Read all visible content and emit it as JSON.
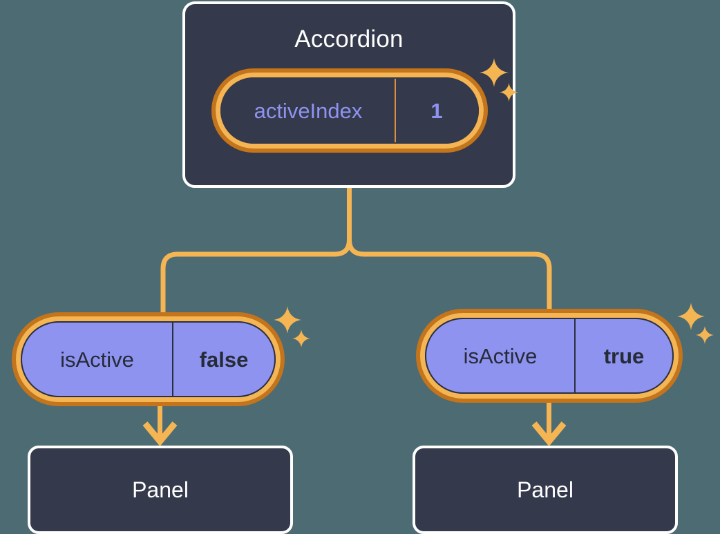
{
  "diagram": {
    "type": "component-state-tree",
    "background_color": "#4d6b73",
    "accent_color": "#f5b553",
    "accent_dark_color": "#c4741a",
    "node_fill_color": "#343a4b",
    "state_value_color": "#8f93f0"
  },
  "root": {
    "name": "accordion-node",
    "title": "Accordion",
    "state": {
      "key": "activeIndex",
      "value": "1",
      "variant": "dark",
      "highlighted": true
    }
  },
  "children": [
    {
      "name": "panel-left",
      "state": {
        "key": "isActive",
        "value": "false",
        "variant": "purple",
        "highlighted": true
      },
      "component": {
        "title": "Panel"
      }
    },
    {
      "name": "panel-right",
      "state": {
        "key": "isActive",
        "value": "true",
        "variant": "purple",
        "highlighted": true
      },
      "component": {
        "title": "Panel"
      }
    }
  ],
  "decorations": {
    "sparkle_icon": "sparkle-four-point-star",
    "sparkle_color": "#f5b553",
    "sparkle_count_per_group": 2
  },
  "connectors": {
    "style": "rounded-elbow-tree",
    "color": "#f5b553",
    "width": 7,
    "arrowheads": [
      {
        "name": "arrow-to-panel-left",
        "target": "panel-left"
      },
      {
        "name": "arrow-to-panel-right",
        "target": "panel-right"
      }
    ]
  }
}
